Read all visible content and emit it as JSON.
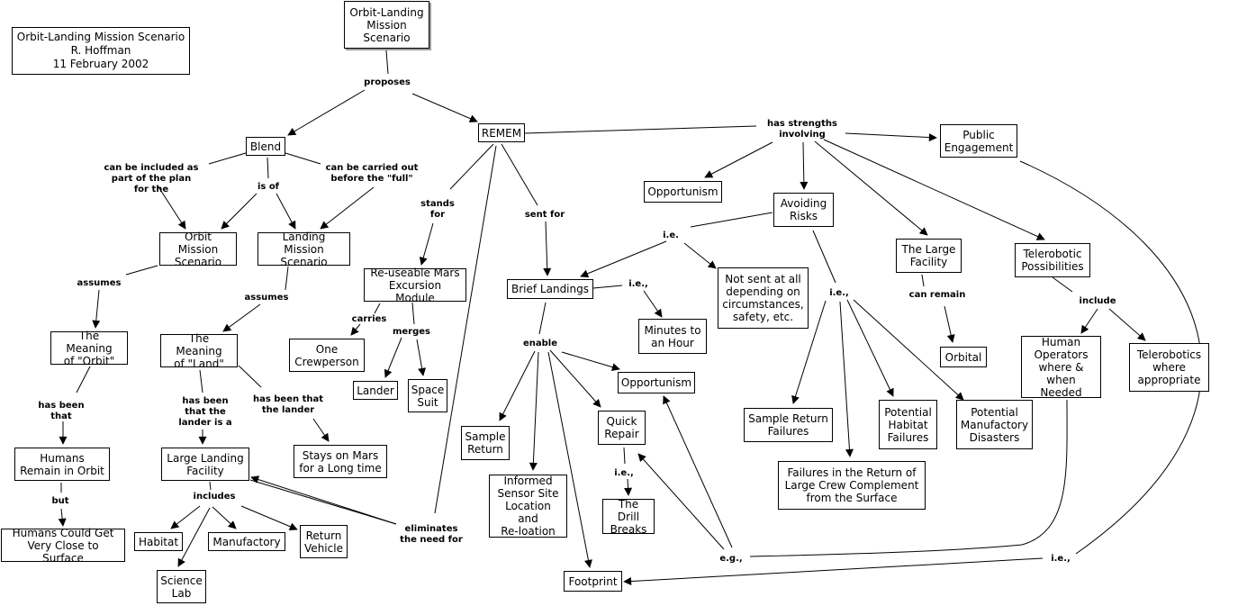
{
  "info": {
    "title": "Orbit-Landing Mission Scenario",
    "author": "R. Hoffman",
    "date": "11 February 2002"
  },
  "nodes": {
    "root": "Orbit-Landing\nMission\nScenario",
    "blend": "Blend",
    "remem": "REMEM",
    "public_engagement": "Public\nEngagement",
    "orbit_mission": "Orbit Mission\nScenario",
    "landing_mission": "Landing Mission\nScenario",
    "meaning_orbit": "The Meaning\nof \"Orbit\"",
    "meaning_land": "The Meaning\nof \"Land\"",
    "humans_remain": "Humans\nRemain in Orbit",
    "humans_close": "Humans Could Get\nVery Close to Surface",
    "large_landing": "Large Landing\nFacility",
    "stays_mars": "Stays on Mars\nfor a Long time",
    "habitat": "Habitat",
    "manufactory": "Manufactory",
    "return_vehicle": "Return\nVehicle",
    "science_lab": "Science\nLab",
    "remem_full": "Re-useable Mars\nExcursion Module",
    "one_crew": "One\nCrewperson",
    "lander": "Lander",
    "space_suit": "Space\nSuit",
    "opportunism_top": "Opportunism",
    "avoiding_risks": "Avoiding\nRisks",
    "brief_landings": "Brief Landings",
    "minutes": "Minutes to\nan Hour",
    "not_sent": "Not sent at all\ndepending on\ncircumstances,\nsafety, etc.",
    "opportunism2": "Opportunism",
    "sample_return": "Sample\nReturn",
    "quick_repair": "Quick\nRepair",
    "drill_breaks": "The Drill\nBreaks",
    "informed_sensor": "Informed\nSensor Site\nLocation and\nRe-loation",
    "footprint": "Footprint",
    "large_facility": "The Large\nFacility",
    "orbital": "Orbital",
    "telerobotic": "Telerobotic\nPossibilities",
    "human_operators": "Human\nOperators\nwhere & when\nNeeded",
    "telerobotics_where": "Telerobotics\nwhere\nappropriate",
    "sample_failures": "Sample Return\nFailures",
    "habitat_failures": "Potential\nHabitat\nFailures",
    "manufactory_disasters": "Potential\nManufactory\nDisasters",
    "failures_return": "Failures in the Return of\nLarge Crew Complement\nfrom the Surface"
  },
  "links": {
    "proposes": "proposes",
    "can_be_included": "can be included as\npart of the plan\nfor the",
    "is_of": "is of",
    "can_be_carried": "can be carried out\nbefore the \"full\"",
    "assumes_orbit": "assumes",
    "assumes_land": "assumes",
    "has_been_that": "has been\nthat",
    "but": "but",
    "lander_is_a": "has been\nthat the\nlander is a",
    "that_the_lander": "has been that\nthe lander",
    "includes": "includes",
    "stands_for": "stands\nfor",
    "carries": "carries",
    "merges": "merges",
    "sent_for": "sent for",
    "eliminates": "eliminates\nthe need for",
    "has_strengths": "has strengths\ninvolving",
    "ie_avoid": "i.e.",
    "ie_brief": "i.e.,",
    "enable": "enable",
    "ie_repair": "i.e.,",
    "eg": "e.g.,",
    "ie_risks": "i.e.,",
    "can_remain": "can remain",
    "include": "include",
    "ie_public": "i.e.,"
  }
}
